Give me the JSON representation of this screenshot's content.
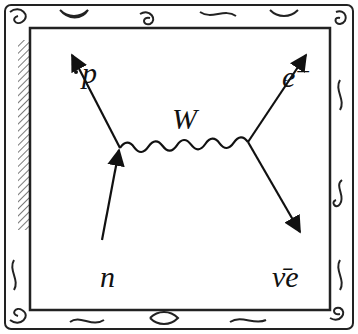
{
  "diagram": {
    "labels": [
      "p",
      "W",
      "e⁻",
      "n",
      "ν̄e"
    ]
  }
}
